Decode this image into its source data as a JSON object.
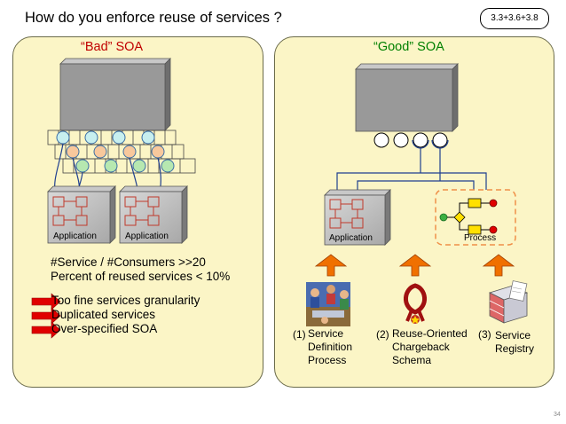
{
  "title": "How do you enforce reuse of services ?",
  "badge": "3.3+3.6+3.8",
  "page_number": "34",
  "bad": {
    "heading": "“Bad” SOA",
    "app_labels": [
      "Application",
      "Application"
    ],
    "stats": [
      "#Service / #Consumers >>20",
      "Percent of reused services < 10%"
    ],
    "issues": [
      "Too fine services granularity",
      "Duplicated services",
      "Over-specified SOA"
    ]
  },
  "good": {
    "heading": "“Good” SOA",
    "app_label": "Application",
    "process_label": "Process",
    "items": [
      {
        "num": "(1)",
        "lines": [
          "Service",
          "Definition",
          "Process"
        ],
        "icon": "team-meeting-icon"
      },
      {
        "num": "(2)",
        "lines": [
          "Reuse-Oriented",
          "Chargeback",
          "Schema"
        ],
        "icon": "ribbon-award-icon"
      },
      {
        "num": "(3)",
        "lines": [
          "Service",
          "Registry"
        ],
        "icon": "filing-cabinet-icon"
      }
    ]
  },
  "colors": {
    "panel_fill": "#fbf5c6",
    "bad_heading": "#c00000",
    "good_heading": "#008000",
    "arrow_red": "#e00000",
    "arrow_orange": "#f07000",
    "service_blue": "#c7efef",
    "service_orange": "#f8c89c",
    "service_green": "#b6e8b0",
    "process_box": "#ffe000",
    "process_border": "#f09048"
  }
}
